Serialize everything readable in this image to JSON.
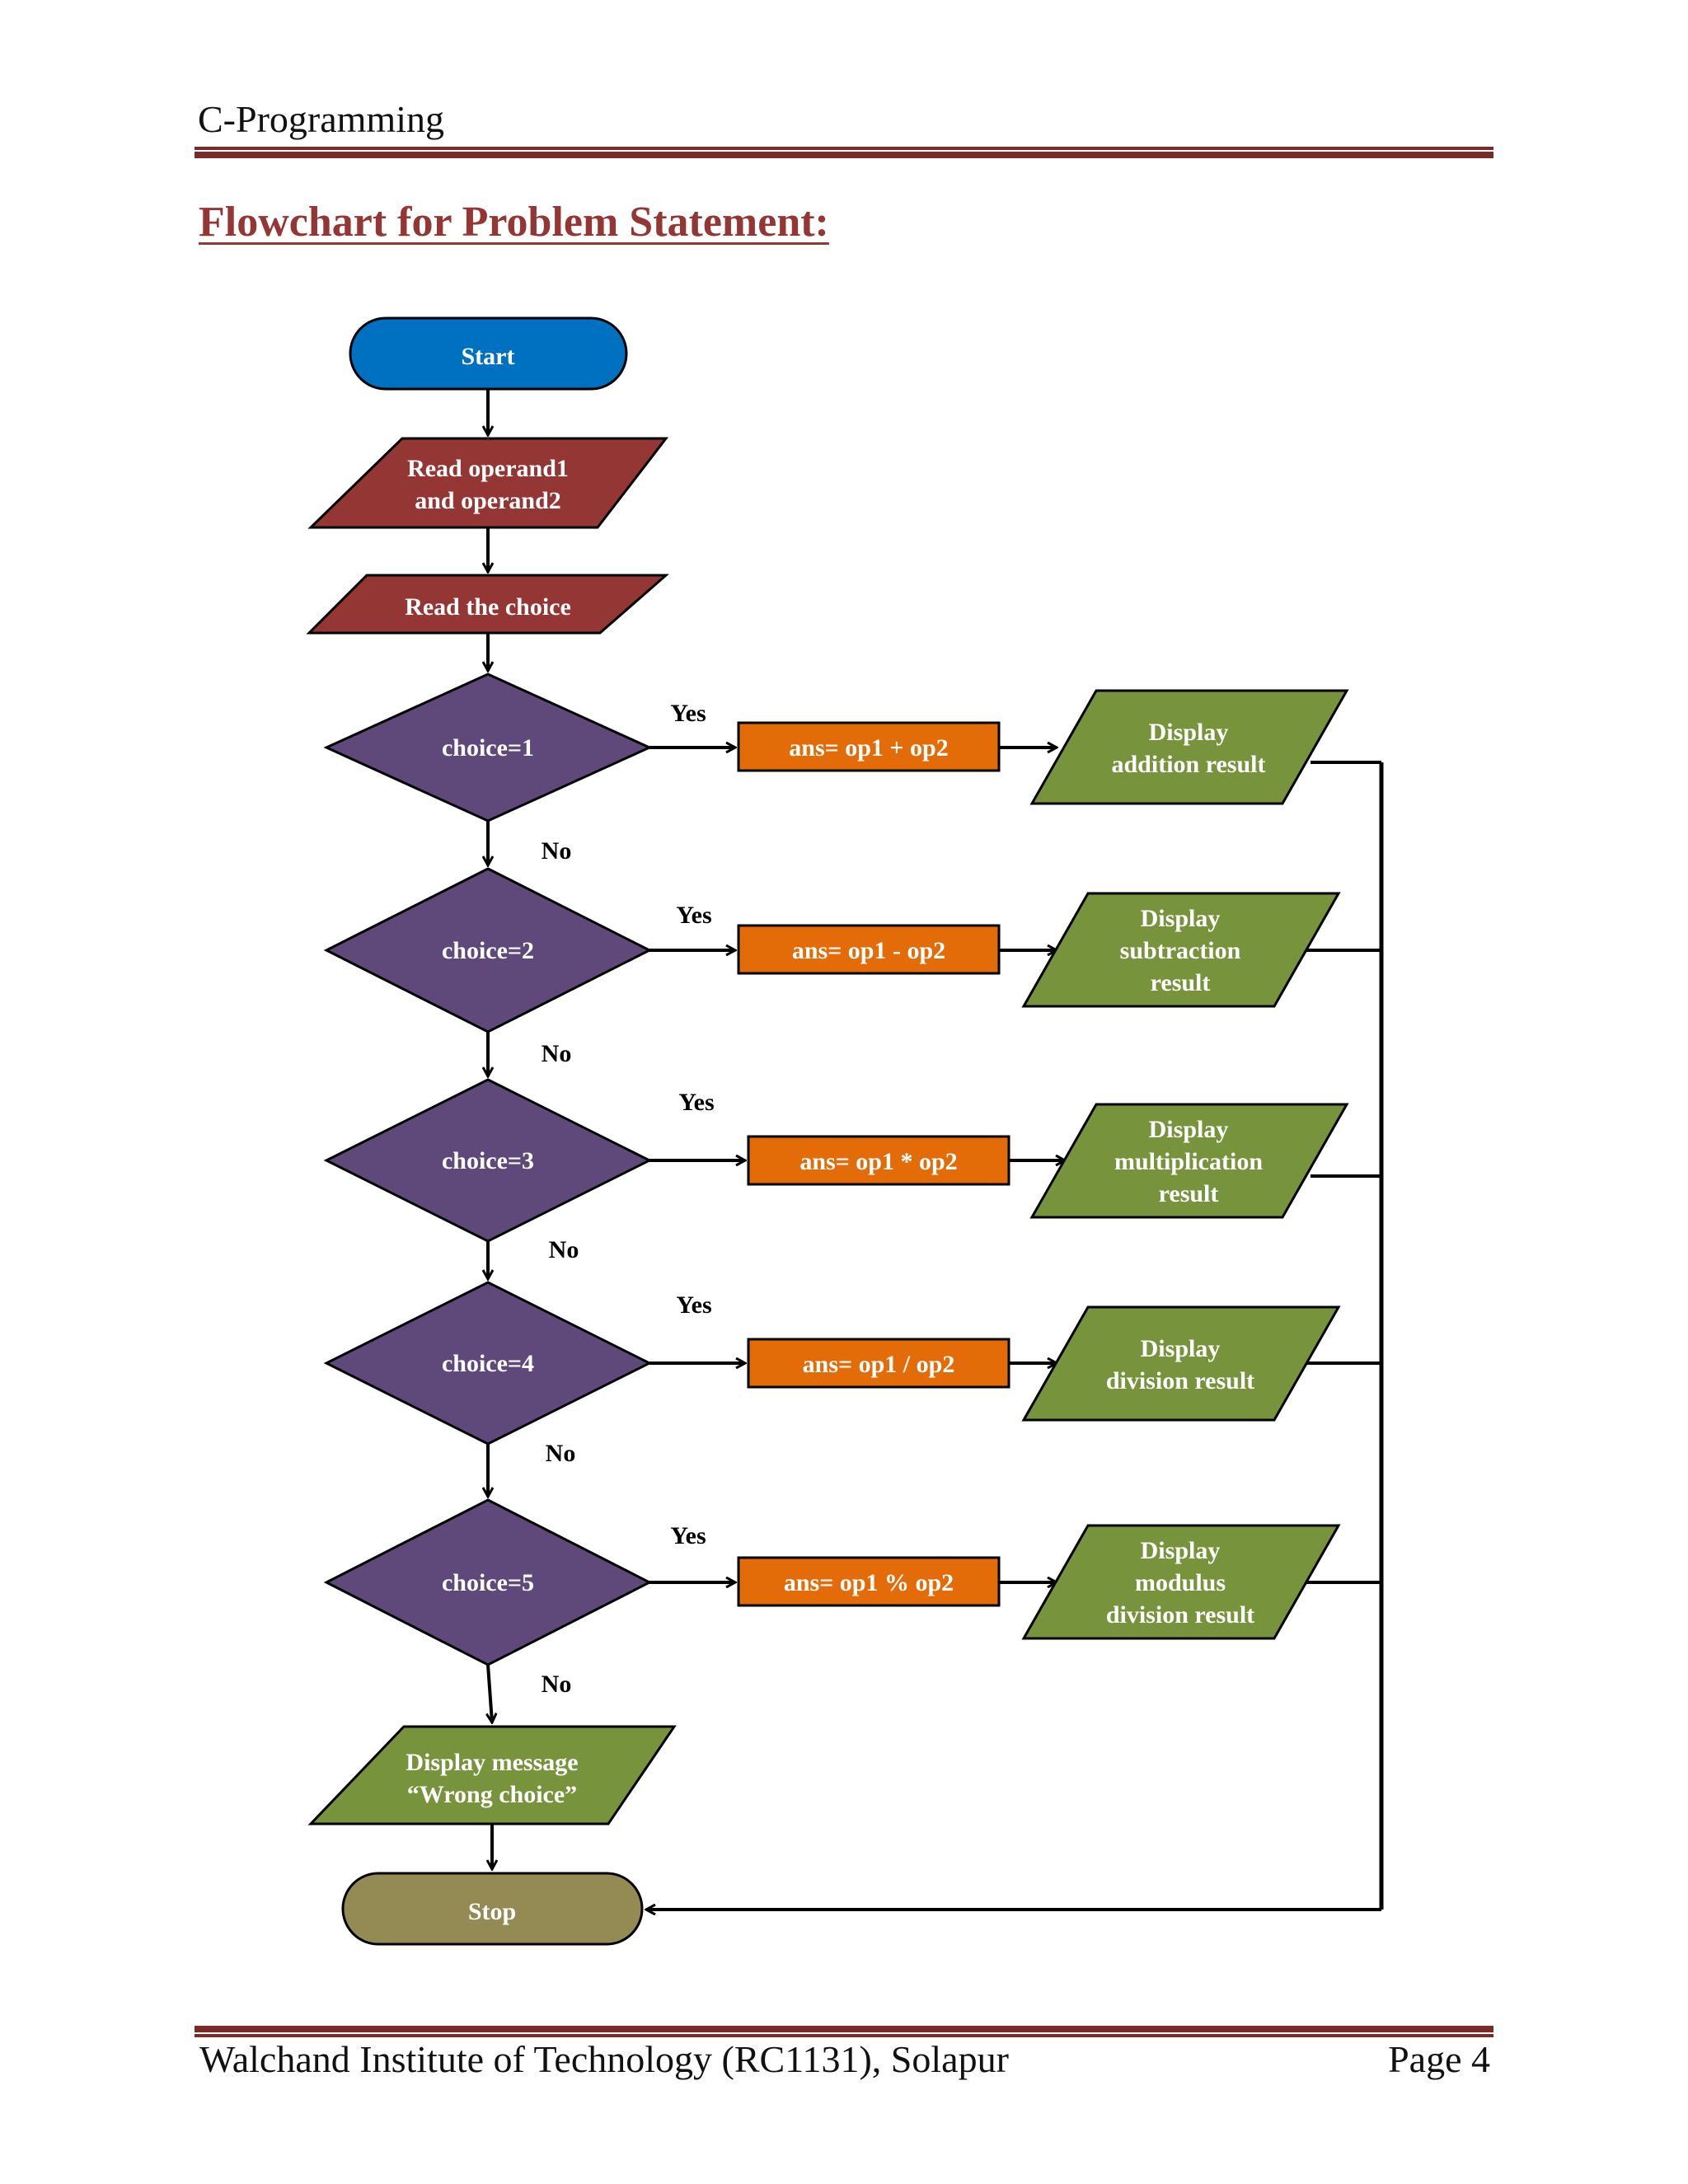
{
  "header": {
    "title": "C-Programming"
  },
  "section_title": "Flowchart for Problem Statement:",
  "flowchart": {
    "start": "Start",
    "read_operands": [
      "Read operand1",
      "and operand2"
    ],
    "read_choice": "Read the choice",
    "branches": [
      {
        "condition": "choice=1",
        "yes": "Yes",
        "no": "No",
        "action": "ans= op1 + op2",
        "display": [
          "Display",
          "addition result"
        ]
      },
      {
        "condition": "choice=2",
        "yes": "Yes",
        "no": "No",
        "action": "ans= op1 - op2",
        "display": [
          "Display",
          "subtraction",
          "result"
        ]
      },
      {
        "condition": "choice=3",
        "yes": "Yes",
        "no": "No",
        "action": "ans= op1 * op2",
        "display": [
          "Display",
          "multiplication",
          "result"
        ]
      },
      {
        "condition": "choice=4",
        "yes": "Yes",
        "no": "No",
        "action": "ans= op1 / op2",
        "display": [
          "Display",
          "division result"
        ]
      },
      {
        "condition": "choice=5",
        "yes": "Yes",
        "no": "No",
        "action": "ans= op1 % op2",
        "display": [
          "Display",
          "modulus",
          "division result"
        ]
      }
    ],
    "wrong_choice": [
      "Display message",
      "“Wrong choice”"
    ],
    "stop": "Stop"
  },
  "footer": {
    "institute": "Walchand Institute of Technology (RC1131), Solapur",
    "page": "Page 4"
  },
  "colors": {
    "terminal_start": "#0070c0",
    "terminal_stop": "#948a54",
    "input": "#943634",
    "decision": "#5f497a",
    "process": "#e36c09",
    "output": "#77933c",
    "rule": "#7b2a2a"
  }
}
